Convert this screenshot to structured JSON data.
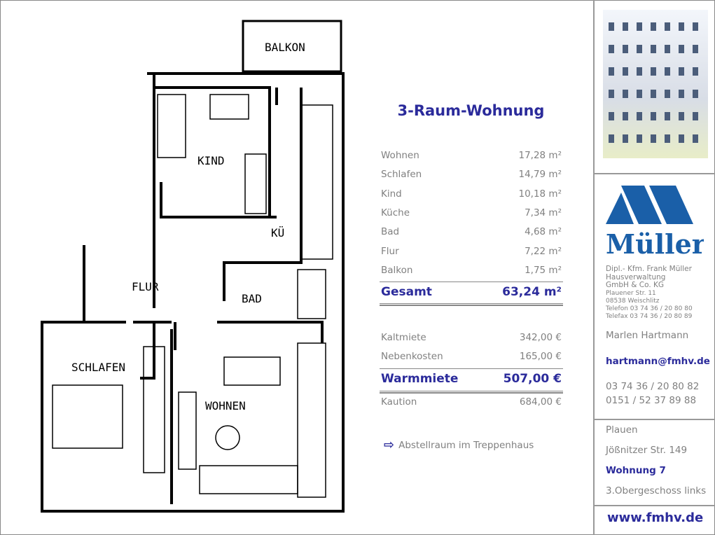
{
  "plan": {
    "labels": {
      "balkon": "BALKON",
      "kind": "KIND",
      "kueche": "KÜ",
      "flur": "FLUR",
      "bad": "BAD",
      "schlafen": "SCHLAFEN",
      "wohnen": "WOHNEN"
    }
  },
  "details": {
    "title": "3-Raum-Wohnung",
    "rooms": [
      {
        "name": "Wohnen",
        "area": "17,28 m²"
      },
      {
        "name": "Schlafen",
        "area": "14,79 m²"
      },
      {
        "name": "Kind",
        "area": "10,18 m²"
      },
      {
        "name": "Küche",
        "area": "7,34 m²"
      },
      {
        "name": "Bad",
        "area": "4,68 m²"
      },
      {
        "name": "Flur",
        "area": "7,22 m²"
      },
      {
        "name": "Balkon",
        "area": "1,75 m²"
      }
    ],
    "total": {
      "label": "Gesamt",
      "value": "63,24 m²"
    },
    "costs": [
      {
        "name": "Kaltmiete",
        "value": "342,00 €"
      },
      {
        "name": "Nebenkosten",
        "value": "165,00 €"
      }
    ],
    "warm": {
      "label": "Warmmiete",
      "value": "507,00 €"
    },
    "deposit": {
      "label": "Kaution",
      "value": "684,00 €"
    },
    "note": "Abstellraum im Treppenhaus"
  },
  "company": {
    "logo": "Müller",
    "line1": "Dipl.- Kfm. Frank Müller",
    "line2": "Hausverwaltung",
    "line3": "GmbH & Co. KG",
    "street": "Plauener Str. 11",
    "city": "08538 Weischlitz",
    "phone": "Telefon  03 74 36  /  20 80 80",
    "fax": "Telefax 03 74 36  /  20 80 89",
    "contact": "Marlen Hartmann",
    "email": "hartmann@fmhv.de",
    "tel1": "03 74 36  /  20 80 82",
    "tel2": "0151  /  52 37 89 88"
  },
  "location": {
    "city": "Plauen",
    "street": "Jößnitzer Str. 149",
    "unit": "Wohnung 7",
    "floor": "3.Obergeschoss links"
  },
  "website": "www.fmhv.de",
  "colors": {
    "accent": "#2b2b9b",
    "logo": "#1a5fa8",
    "text": "#808080"
  }
}
